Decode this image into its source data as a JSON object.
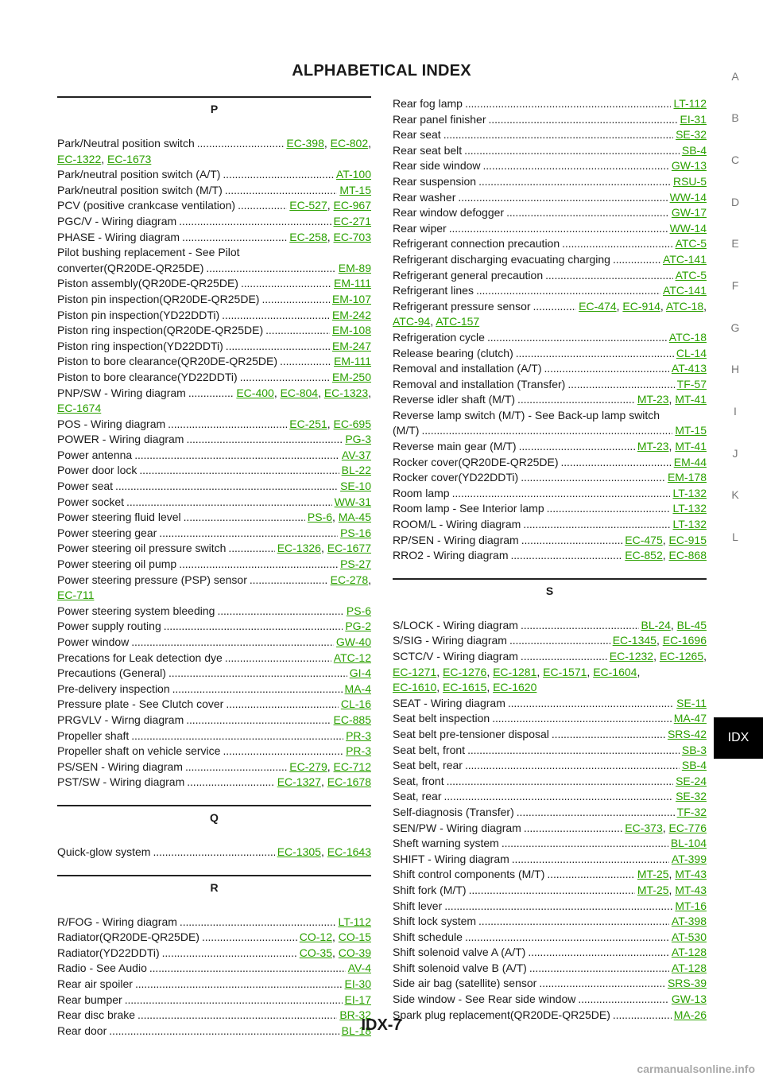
{
  "page": {
    "title": "ALPHABETICAL INDEX",
    "page_number": "IDX-7",
    "footer": "carmanualsonline.info"
  },
  "side_tabs": [
    "A",
    "B",
    "C",
    "D",
    "E",
    "F",
    "G",
    "H",
    "I",
    "J",
    "K",
    "L"
  ],
  "active_tab": "IDX",
  "colors": {
    "link": "#2ba000",
    "text": "#1a1a1a",
    "tab_bg": "#000000"
  },
  "columns": [
    {
      "sections": [
        {
          "letter": "P",
          "entries": [
            {
              "label": "Park/Neutral position switch",
              "refs": [
                "EC-398",
                "EC-802"
              ],
              "cont": [
                "EC-1322",
                "EC-1673"
              ]
            },
            {
              "label": "Park/neutral position switch (A/T)",
              "refs": [
                "AT-100"
              ]
            },
            {
              "label": "Park/neutral position switch (M/T)",
              "refs": [
                "MT-15"
              ]
            },
            {
              "label": "PCV (positive crankcase ventilation)",
              "refs": [
                "EC-527",
                "EC-967"
              ]
            },
            {
              "label": "PGC/V - Wiring diagram",
              "refs": [
                "EC-271"
              ]
            },
            {
              "label": "PHASE - Wiring diagram",
              "refs": [
                "EC-258",
                "EC-703"
              ]
            },
            {
              "label": "Pilot bushing replacement - See Pilot",
              "refs": [],
              "nodots": true
            },
            {
              "label": "converter(QR20DE-QR25DE)",
              "refs": [
                "EM-89"
              ]
            },
            {
              "label": "Piston assembly(QR20DE-QR25DE)",
              "refs": [
                "EM-111"
              ]
            },
            {
              "label": "Piston pin inspection(QR20DE-QR25DE)",
              "refs": [
                "EM-107"
              ]
            },
            {
              "label": "Piston pin inspection(YD22DDTi)",
              "refs": [
                "EM-242"
              ]
            },
            {
              "label": "Piston ring inspection(QR20DE-QR25DE)",
              "refs": [
                "EM-108"
              ]
            },
            {
              "label": "Piston ring inspection(YD22DDTi)",
              "refs": [
                "EM-247"
              ]
            },
            {
              "label": "Piston to bore clearance(QR20DE-QR25DE)",
              "refs": [
                "EM-111"
              ]
            },
            {
              "label": "Piston to bore clearance(YD22DDTi)",
              "refs": [
                "EM-250"
              ]
            },
            {
              "label": "PNP/SW - Wiring diagram",
              "refs": [
                "EC-400",
                "EC-804",
                "EC-1323"
              ],
              "cont": [
                "EC-1674"
              ]
            },
            {
              "label": "POS - Wiring diagram",
              "refs": [
                "EC-251",
                "EC-695"
              ]
            },
            {
              "label": "POWER - Wiring diagram",
              "refs": [
                "PG-3"
              ]
            },
            {
              "label": "Power antenna",
              "refs": [
                "AV-37"
              ]
            },
            {
              "label": "Power door lock",
              "refs": [
                "BL-22"
              ]
            },
            {
              "label": "Power seat",
              "refs": [
                "SE-10"
              ]
            },
            {
              "label": "Power socket",
              "refs": [
                "WW-31"
              ]
            },
            {
              "label": "Power steering fluid level",
              "refs": [
                "PS-6",
                "MA-45"
              ]
            },
            {
              "label": "Power steering gear",
              "refs": [
                "PS-16"
              ]
            },
            {
              "label": "Power steering oil pressure switch",
              "refs": [
                "EC-1326",
                "EC-1677"
              ]
            },
            {
              "label": "Power steering oil pump",
              "refs": [
                "PS-27"
              ]
            },
            {
              "label": "Power steering pressure (PSP) sensor",
              "refs": [
                "EC-278"
              ],
              "cont": [
                "EC-711"
              ]
            },
            {
              "label": "Power steering system bleeding",
              "refs": [
                "PS-6"
              ]
            },
            {
              "label": "Power supply routing",
              "refs": [
                "PG-2"
              ]
            },
            {
              "label": "Power window",
              "refs": [
                "GW-40"
              ]
            },
            {
              "label": "Precations for Leak detection dye",
              "refs": [
                "ATC-12"
              ]
            },
            {
              "label": "Precautions (General)",
              "refs": [
                "GI-4"
              ]
            },
            {
              "label": "Pre-delivery inspection",
              "refs": [
                "MA-4"
              ]
            },
            {
              "label": "Pressure plate - See Clutch cover",
              "refs": [
                "CL-16"
              ]
            },
            {
              "label": "PRGVLV - Wirng diagram",
              "refs": [
                "EC-885"
              ]
            },
            {
              "label": "Propeller shaft",
              "refs": [
                "PR-3"
              ]
            },
            {
              "label": "Propeller shaft on vehicle service",
              "refs": [
                "PR-3"
              ]
            },
            {
              "label": "PS/SEN - Wiring diagram",
              "refs": [
                "EC-279",
                "EC-712"
              ]
            },
            {
              "label": "PST/SW - Wiring diagram",
              "refs": [
                "EC-1327",
                "EC-1678"
              ]
            }
          ]
        },
        {
          "letter": "Q",
          "entries": [
            {
              "label": "Quick-glow system",
              "refs": [
                "EC-1305",
                "EC-1643"
              ]
            }
          ]
        },
        {
          "letter": "R",
          "entries": [
            {
              "label": "R/FOG - Wiring diagram",
              "refs": [
                "LT-112"
              ]
            },
            {
              "label": "Radiator(QR20DE-QR25DE)",
              "refs": [
                "CO-12",
                "CO-15"
              ]
            },
            {
              "label": "Radiator(YD22DDTi)",
              "refs": [
                "CO-35",
                "CO-39"
              ]
            },
            {
              "label": "Radio - See Audio",
              "refs": [
                "AV-4"
              ]
            },
            {
              "label": "Rear air spoiler",
              "refs": [
                "EI-30"
              ]
            },
            {
              "label": "Rear bumper",
              "refs": [
                "EI-17"
              ]
            },
            {
              "label": "Rear disc brake",
              "refs": [
                "BR-32"
              ]
            },
            {
              "label": "Rear door",
              "refs": [
                "BL-18"
              ]
            }
          ]
        }
      ]
    },
    {
      "sections": [
        {
          "letter": "",
          "entries": [
            {
              "label": "Rear fog lamp",
              "refs": [
                "LT-112"
              ]
            },
            {
              "label": "Rear panel finisher",
              "refs": [
                "EI-31"
              ]
            },
            {
              "label": "Rear seat",
              "refs": [
                "SE-32"
              ]
            },
            {
              "label": "Rear seat belt",
              "refs": [
                "SB-4"
              ]
            },
            {
              "label": "Rear side window",
              "refs": [
                "GW-13"
              ]
            },
            {
              "label": "Rear suspension",
              "refs": [
                "RSU-5"
              ]
            },
            {
              "label": "Rear washer",
              "refs": [
                "WW-14"
              ]
            },
            {
              "label": "Rear window defogger",
              "refs": [
                "GW-17"
              ]
            },
            {
              "label": "Rear wiper",
              "refs": [
                "WW-14"
              ]
            },
            {
              "label": "Refrigerant connection precaution",
              "refs": [
                "ATC-5"
              ]
            },
            {
              "label": "Refrigerant discharging evacuating charging",
              "refs": [
                "ATC-141"
              ]
            },
            {
              "label": "Refrigerant general precaution",
              "refs": [
                "ATC-5"
              ]
            },
            {
              "label": "Refrigerant lines",
              "refs": [
                "ATC-141"
              ]
            },
            {
              "label": "Refrigerant pressure sensor",
              "refs": [
                "EC-474",
                "EC-914",
                "ATC-18"
              ],
              "cont": [
                "ATC-94",
                "ATC-157"
              ]
            },
            {
              "label": "Refrigeration cycle",
              "refs": [
                "ATC-18"
              ]
            },
            {
              "label": "Release bearing (clutch)",
              "refs": [
                "CL-14"
              ]
            },
            {
              "label": "Removal and installation (A/T)",
              "refs": [
                "AT-413"
              ]
            },
            {
              "label": "Removal and installation (Transfer)",
              "refs": [
                "TF-57"
              ]
            },
            {
              "label": "Reverse idler shaft (M/T)",
              "refs": [
                "MT-23",
                "MT-41"
              ]
            },
            {
              "label": "Reverse lamp switch (M/T) - See Back-up lamp switch",
              "refs": [],
              "nodots": true
            },
            {
              "label": "(M/T)",
              "refs": [
                "MT-15"
              ]
            },
            {
              "label": "Reverse main gear (M/T)",
              "refs": [
                "MT-23",
                "MT-41"
              ]
            },
            {
              "label": "Rocker cover(QR20DE-QR25DE)",
              "refs": [
                "EM-44"
              ]
            },
            {
              "label": "Rocker cover(YD22DDTi)",
              "refs": [
                "EM-178"
              ]
            },
            {
              "label": "Room lamp",
              "refs": [
                "LT-132"
              ]
            },
            {
              "label": "Room lamp - See Interior lamp",
              "refs": [
                "LT-132"
              ]
            },
            {
              "label": "ROOM/L - Wiring diagram",
              "refs": [
                "LT-132"
              ]
            },
            {
              "label": "RP/SEN - Wiring diagram",
              "refs": [
                "EC-475",
                "EC-915"
              ]
            },
            {
              "label": "RRO2 - Wiring diagram",
              "refs": [
                "EC-852",
                "EC-868"
              ]
            }
          ]
        },
        {
          "letter": "S",
          "entries": [
            {
              "label": "S/LOCK - Wiring diagram",
              "refs": [
                "BL-24",
                "BL-45"
              ]
            },
            {
              "label": "S/SIG - Wiring diagram",
              "refs": [
                "EC-1345",
                "EC-1696"
              ]
            },
            {
              "label": "SCTC/V - Wiring diagram",
              "refs": [
                "EC-1232",
                "EC-1265"
              ],
              "cont": [
                "EC-1271",
                "EC-1276",
                "EC-1281",
                "EC-1571",
                "EC-1604"
              ],
              "cont2": [
                "EC-1610",
                "EC-1615",
                "EC-1620"
              ]
            },
            {
              "label": "SEAT - Wiring diagram",
              "refs": [
                "SE-11"
              ]
            },
            {
              "label": "Seat belt inspection",
              "refs": [
                "MA-47"
              ]
            },
            {
              "label": "Seat belt pre-tensioner disposal",
              "refs": [
                "SRS-42"
              ]
            },
            {
              "label": "Seat belt, front",
              "refs": [
                "SB-3"
              ]
            },
            {
              "label": "Seat belt, rear",
              "refs": [
                "SB-4"
              ]
            },
            {
              "label": "Seat, front",
              "refs": [
                "SE-24"
              ]
            },
            {
              "label": "Seat, rear",
              "refs": [
                "SE-32"
              ]
            },
            {
              "label": "Self-diagnosis (Transfer)",
              "refs": [
                "TF-32"
              ]
            },
            {
              "label": "SEN/PW - Wiring diagram",
              "refs": [
                "EC-373",
                "EC-776"
              ]
            },
            {
              "label": "Sheft warning system",
              "refs": [
                "BL-104"
              ]
            },
            {
              "label": "SHIFT - Wiring diagram",
              "refs": [
                "AT-399"
              ]
            },
            {
              "label": "Shift control components (M/T)",
              "refs": [
                "MT-25",
                "MT-43"
              ]
            },
            {
              "label": "Shift fork (M/T)",
              "refs": [
                "MT-25",
                "MT-43"
              ]
            },
            {
              "label": "Shift lever",
              "refs": [
                "MT-16"
              ]
            },
            {
              "label": "Shift lock system",
              "refs": [
                "AT-398"
              ]
            },
            {
              "label": "Shift schedule",
              "refs": [
                "AT-530"
              ]
            },
            {
              "label": "Shift solenoid valve A (A/T)",
              "refs": [
                "AT-128"
              ]
            },
            {
              "label": "Shift solenoid valve B (A/T)",
              "refs": [
                "AT-128"
              ]
            },
            {
              "label": "Side air bag (satellite) sensor",
              "refs": [
                "SRS-39"
              ]
            },
            {
              "label": "Side window - See Rear side window",
              "refs": [
                "GW-13"
              ]
            },
            {
              "label": "Spark plug replacement(QR20DE-QR25DE)",
              "refs": [
                "MA-26"
              ]
            }
          ]
        }
      ]
    }
  ]
}
